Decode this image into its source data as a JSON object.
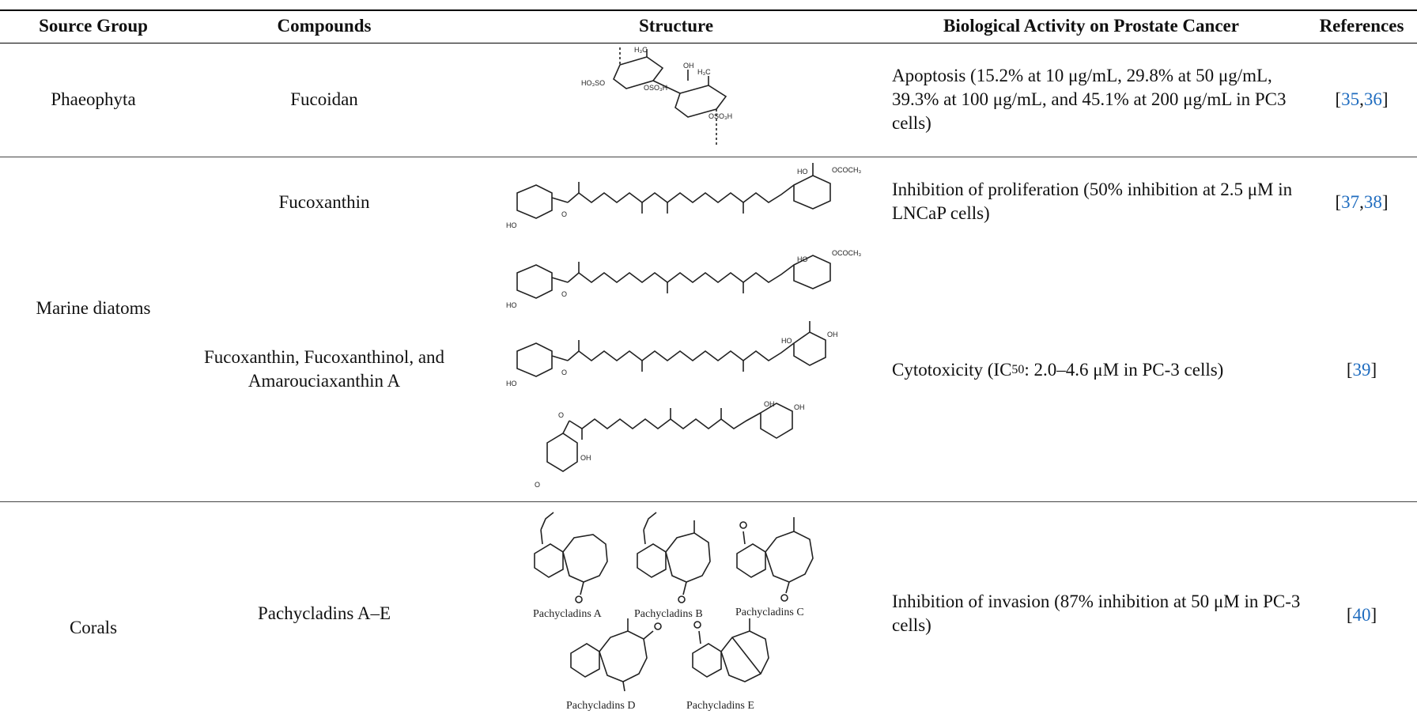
{
  "table": {
    "headers": {
      "source_group": "Source Group",
      "compounds": "Compounds",
      "structure": "Structure",
      "activity": "Biological Activity on Prostate Cancer",
      "references": "References"
    },
    "rows": [
      {
        "source_group": "Phaeophyta",
        "compound": "Fucoidan",
        "activity": "Apoptosis (15.2% at 10 μg/mL, 29.8% at 50 μg/mL, 39.3% at 100 μg/mL, and 45.1% at 200 μg/mL in PC3 cells)",
        "ref_open": "[",
        "ref_a": "35",
        "ref_sep": ",",
        "ref_b": "36",
        "ref_close": "]"
      },
      {
        "source_group": "Marine diatoms",
        "compound": "Fucoxanthin",
        "activity": "Inhibition of proliferation (50% inhibition at 2.5 μM in LNCaP cells)",
        "ref_open": "[",
        "ref_a": "37",
        "ref_sep": ",",
        "ref_b": "38",
        "ref_close": "]"
      },
      {
        "compound": "Fucoxanthin, Fucoxanthinol, and Amarouciaxanthin A",
        "activity_prefix": "Cytotoxicity (IC",
        "activity_sub": "50",
        "activity_suffix": ": 2.0–4.6 μM in PC-3 cells)",
        "ref_open": "[",
        "ref_a": "39",
        "ref_close": "]"
      },
      {
        "source_group": "Corals",
        "compound": "Pachycladins A–E",
        "activity": "Inhibition of invasion (87% inhibition at 50 μM in PC-3 cells)",
        "ref_open": "[",
        "ref_a": "40",
        "ref_close": "]",
        "structure_labels": [
          "Pachycladins A",
          "Pachycladins B",
          "Pachycladins C",
          "Pachycladins D",
          "Pachycladins E"
        ]
      }
    ]
  },
  "structure_atoms": {
    "oh": "HO",
    "ococh3": "OCOCH₃",
    "oh2": "OH",
    "o": "O",
    "h3c": "H₃C",
    "ho3so": "HO₃SO",
    "oso3h": "OSO₃H"
  }
}
